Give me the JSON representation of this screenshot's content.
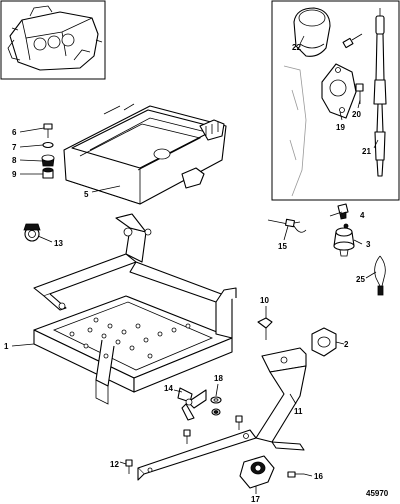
{
  "callouts": {
    "c1": "1",
    "c2": "2",
    "c3": "3",
    "c4": "4",
    "c5": "5",
    "c6": "6",
    "c7": "7",
    "c8": "8",
    "c9": "9",
    "c10": "10",
    "c11": "11",
    "c12": "12",
    "c13": "13",
    "c14": "14",
    "c15": "15",
    "c16": "16",
    "c17": "17",
    "c18": "18",
    "c19": "19",
    "c20": "20",
    "c21": "21",
    "c22": "22",
    "c25": "25"
  },
  "figure_number": "45970"
}
